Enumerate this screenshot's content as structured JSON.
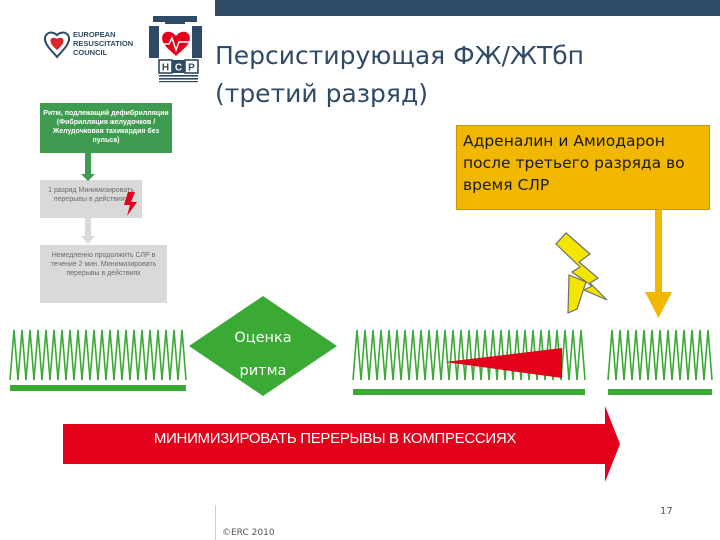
{
  "erc_logo": {
    "text_lines": [
      "EUROPEAN",
      "RESUSCITATION",
      "COUNCIL"
    ]
  },
  "ncp_logo": {
    "letters": "НСР"
  },
  "title": {
    "line1": "Персистирующая ФЖ/ЖТбп",
    "line2": "(третий разряд)"
  },
  "note": {
    "text": "Адреналин и Амиодарон после третьего разряда во время СЛР"
  },
  "flowchart": {
    "box1": "Ритм, подлежащий дефибрилляции (Фибрилляция желудочков / Желудочковая тахикардия без пульса)",
    "box2": "1 разряд Минимизировать перерывы в действиях",
    "box3": "Немедленно продолжить СЛР в течение 2 мин. Минимизировать перерывы в действиях"
  },
  "rhythm_check": {
    "line1": "Оценка",
    "line2": "ритма"
  },
  "arrow": {
    "label": "МИНИМИЗИРОВАТЬ ПЕРЕРЫВЫ В КОМПРЕССИЯХ"
  },
  "footer": {
    "page_number": "17",
    "copyright": "©ERC 2010"
  },
  "colors": {
    "green": "#3aaa35",
    "red": "#e3001b",
    "yellow": "#f2b700",
    "navy": "#2f4a66"
  },
  "icons": [
    "heart-icon",
    "lightning-bolt-icon",
    "down-arrow-icon"
  ]
}
